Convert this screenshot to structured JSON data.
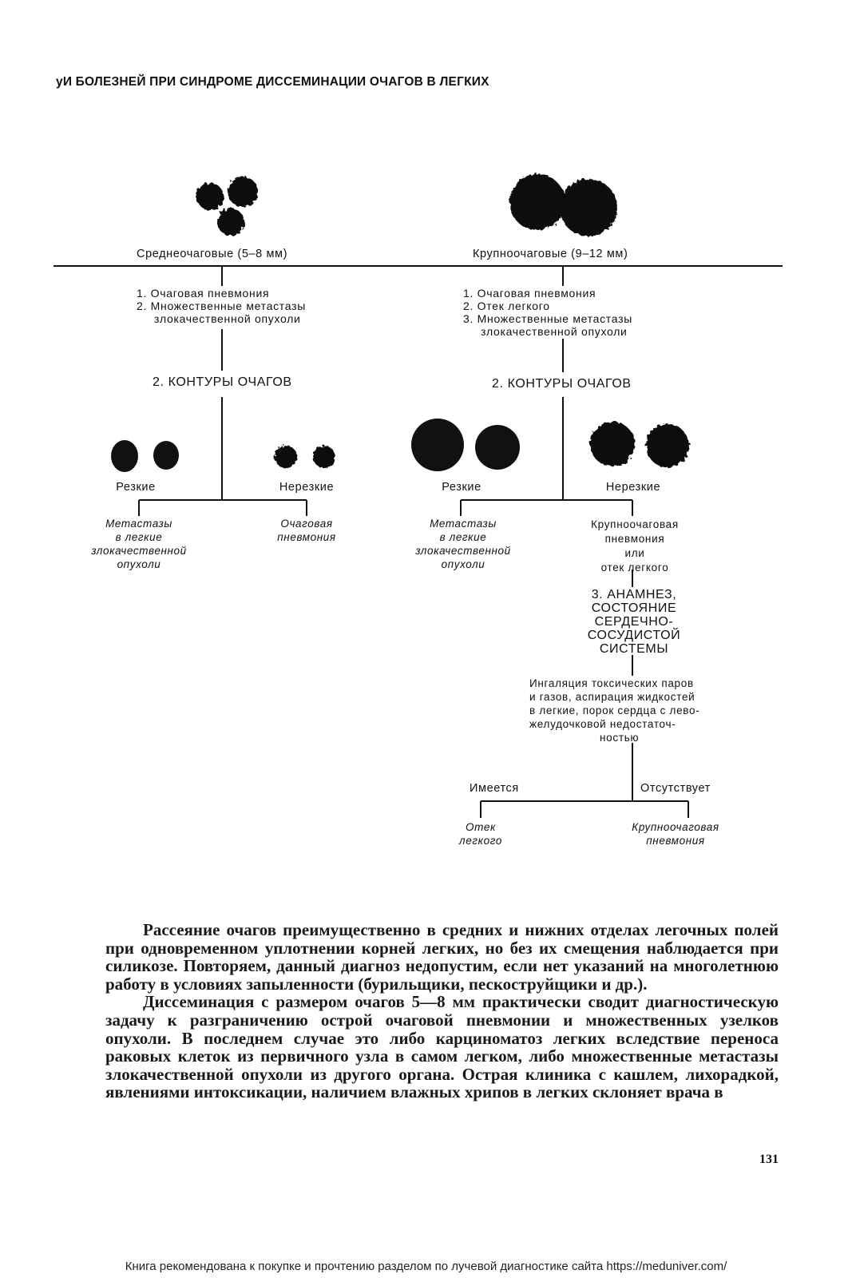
{
  "header": "уИ БОЛЕЗНЕЙ ПРИ СИНДРОМЕ ДИССЕМИНАЦИИ ОЧАГОВ В ЛЕГКИХ",
  "diagram": {
    "left": {
      "title": "Среднеочаговые (5–8 мм)",
      "list": [
        "1. Очаговая пневмония",
        "2. Множественные метастазы",
        "злокачественной опухоли"
      ],
      "step": "2. КОНТУРЫ ОЧАГОВ",
      "sharp": "Резкие",
      "blurred": "Нерезкие",
      "sharp_result": [
        "Метастазы",
        "в легкие",
        "злокачественной",
        "опухоли"
      ],
      "blurred_result": [
        "Очаговая",
        "пневмония"
      ]
    },
    "right": {
      "title": "Крупноочаговые (9–12 мм)",
      "list": [
        "1. Очаговая пневмония",
        "2. Отек легкого",
        "3. Множественные метастазы",
        "злокачественной опухоли"
      ],
      "step": "2. КОНТУРЫ ОЧАГОВ",
      "sharp": "Резкие",
      "blurred": "Нерезкие",
      "sharp_result": [
        "Метастазы",
        "в легкие",
        "злокачественной",
        "опухоли"
      ],
      "blurred_result": [
        "Крупноочаговая",
        "пневмония",
        "или",
        "отек легкого"
      ],
      "step3": [
        "3. АНАМНЕЗ,",
        "СОСТОЯНИЕ",
        "СЕРДЕЧНО-",
        "СОСУДИСТОЙ",
        "СИСТЕМЫ"
      ],
      "condition": [
        "Ингаляция токсических паров",
        "и газов, аспирация жидкостей",
        "в легкие, порок сердца с лево-",
        "желудочковой недостаточ-",
        "ностью"
      ],
      "present": "Имеется",
      "absent": "Отсутствует",
      "present_result": [
        "Отек",
        "легкого"
      ],
      "absent_result": [
        "Крупноочаговая",
        "пневмония"
      ]
    }
  },
  "body": {
    "p1": "Рассеяние очагов преимущественно в средних и нижних отделах легочных полей при одновременном уплотнении корней легких, но без их смещения наблюдается при силикозе. Повторяем, данный диагноз недопустим, если нет указаний на многолетнюю работу в условиях запыленности (бурильщики, пескоструйщики и др.).",
    "p2": "Диссеминация с размером очагов 5—8 мм практически сводит диагностическую задачу к разграничению острой очаговой пневмонии и множественных узелков опухоли. В последнем случае это либо карциноматоз легких вследствие переноса раковых клеток из первичного узла в самом легком, либо множественные метастазы злокачественной опухоли из другого органа. Острая клиника с кашлем, лихорадкой, явлениями интоксикации, наличием влажных хрипов в легких склоняет врача в"
  },
  "page_number": "131",
  "footer": "Книга рекомендована к покупке и прочтению разделом по лучевой диагностике сайта https://meduniver.com/",
  "colors": {
    "ink": "#111111",
    "paper": "#ffffff"
  }
}
